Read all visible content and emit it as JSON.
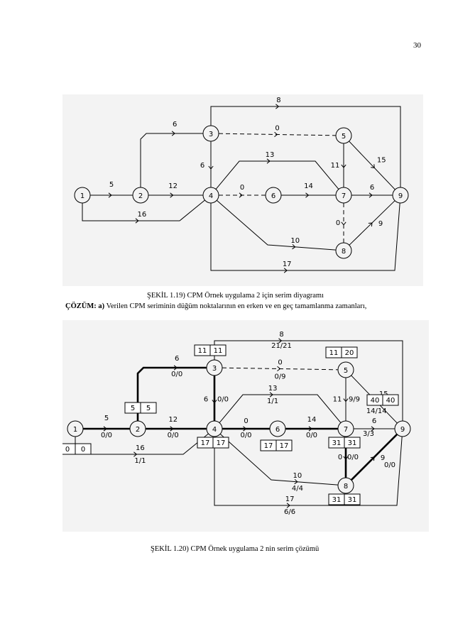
{
  "page_number": "30",
  "diagram1": {
    "nodes": [
      {
        "id": "1",
        "label": "1"
      },
      {
        "id": "2",
        "label": "2"
      },
      {
        "id": "3",
        "label": "3"
      },
      {
        "id": "4",
        "label": "4"
      },
      {
        "id": "5",
        "label": "5"
      },
      {
        "id": "6",
        "label": "6"
      },
      {
        "id": "7",
        "label": "7"
      },
      {
        "id": "8",
        "label": "8"
      },
      {
        "id": "9",
        "label": "9"
      }
    ],
    "edges": [
      {
        "from": "1",
        "to": "2",
        "duration": "5"
      },
      {
        "from": "2",
        "to": "3",
        "duration": "6"
      },
      {
        "from": "2",
        "to": "4",
        "duration": "12"
      },
      {
        "from": "1",
        "to": "4",
        "duration": "16"
      },
      {
        "from": "3",
        "to": "4",
        "duration": "6"
      },
      {
        "from": "3",
        "to": "5",
        "duration": "0",
        "dummy": true
      },
      {
        "from": "3",
        "to": "9",
        "duration": "8"
      },
      {
        "from": "4",
        "to": "6",
        "duration": "0",
        "dummy": true
      },
      {
        "from": "4",
        "to": "7",
        "duration": "13"
      },
      {
        "from": "6",
        "to": "7",
        "duration": "14"
      },
      {
        "from": "4",
        "to": "8",
        "duration": "10"
      },
      {
        "from": "4",
        "to": "9",
        "duration": "17"
      },
      {
        "from": "5",
        "to": "7",
        "duration": "11"
      },
      {
        "from": "5",
        "to": "9",
        "duration": "15"
      },
      {
        "from": "7",
        "to": "9",
        "duration": "6"
      },
      {
        "from": "7",
        "to": "8",
        "duration": "0",
        "dummy": true
      },
      {
        "from": "8",
        "to": "9",
        "duration": "9"
      }
    ]
  },
  "caption1": "ŞEKİL 1.19) CPM Örnek uygulama 2 için serim diyagramı",
  "solution": {
    "label": "ÇÖZÜM:",
    "part": "a)",
    "text": "Verilen CPM seriminin düğüm noktalarının en erken ve en geç tamamlanma zamanları,"
  },
  "diagram2": {
    "node_times": {
      "1": [
        "0",
        "0"
      ],
      "2": [
        "5",
        "5"
      ],
      "3": [
        "11",
        "11"
      ],
      "4": [
        "17",
        "17"
      ],
      "5": [
        "11",
        "20"
      ],
      "6": [
        "17",
        "17"
      ],
      "7": [
        "31",
        "31"
      ],
      "8": [
        "31",
        "31"
      ],
      "9": [
        "40",
        "40"
      ]
    },
    "edges": [
      {
        "from": "1",
        "to": "2",
        "duration": "5",
        "slack": "0/0",
        "critical": true
      },
      {
        "from": "2",
        "to": "3",
        "duration": "6",
        "slack": "0/0",
        "critical": true
      },
      {
        "from": "2",
        "to": "4",
        "duration": "12",
        "slack": "0/0",
        "critical": true
      },
      {
        "from": "1",
        "to": "4",
        "duration": "16",
        "slack": "1/1",
        "critical": false
      },
      {
        "from": "3",
        "to": "4",
        "duration": "6",
        "slack": "0/0",
        "critical": true
      },
      {
        "from": "3",
        "to": "5",
        "duration": "0",
        "slack": "0/9",
        "critical": false,
        "dummy": true
      },
      {
        "from": "3",
        "to": "9",
        "duration": "8",
        "slack": "21/21",
        "critical": false
      },
      {
        "from": "4",
        "to": "6",
        "duration": "0",
        "slack": "0/0",
        "critical": true
      },
      {
        "from": "4",
        "to": "7",
        "duration": "13",
        "slack": "1/1",
        "critical": false
      },
      {
        "from": "6",
        "to": "7",
        "duration": "14",
        "slack": "0/0",
        "critical": true
      },
      {
        "from": "4",
        "to": "8",
        "duration": "10",
        "slack": "4/4",
        "critical": false
      },
      {
        "from": "4",
        "to": "9",
        "duration": "17",
        "slack": "6/6",
        "critical": false
      },
      {
        "from": "5",
        "to": "7",
        "duration": "11",
        "slack": "9/9",
        "critical": false
      },
      {
        "from": "5",
        "to": "9",
        "duration": "15",
        "slack": "14/14",
        "critical": false
      },
      {
        "from": "7",
        "to": "9",
        "duration": "6",
        "slack": "3/3",
        "critical": false
      },
      {
        "from": "7",
        "to": "8",
        "duration": "0",
        "slack": "0/0",
        "critical": true
      },
      {
        "from": "8",
        "to": "9",
        "duration": "9",
        "slack": "0/0",
        "critical": true
      }
    ]
  },
  "caption2": "ŞEKİL 1.20) CPM Örnek uygulama 2 nin serim çözümü"
}
